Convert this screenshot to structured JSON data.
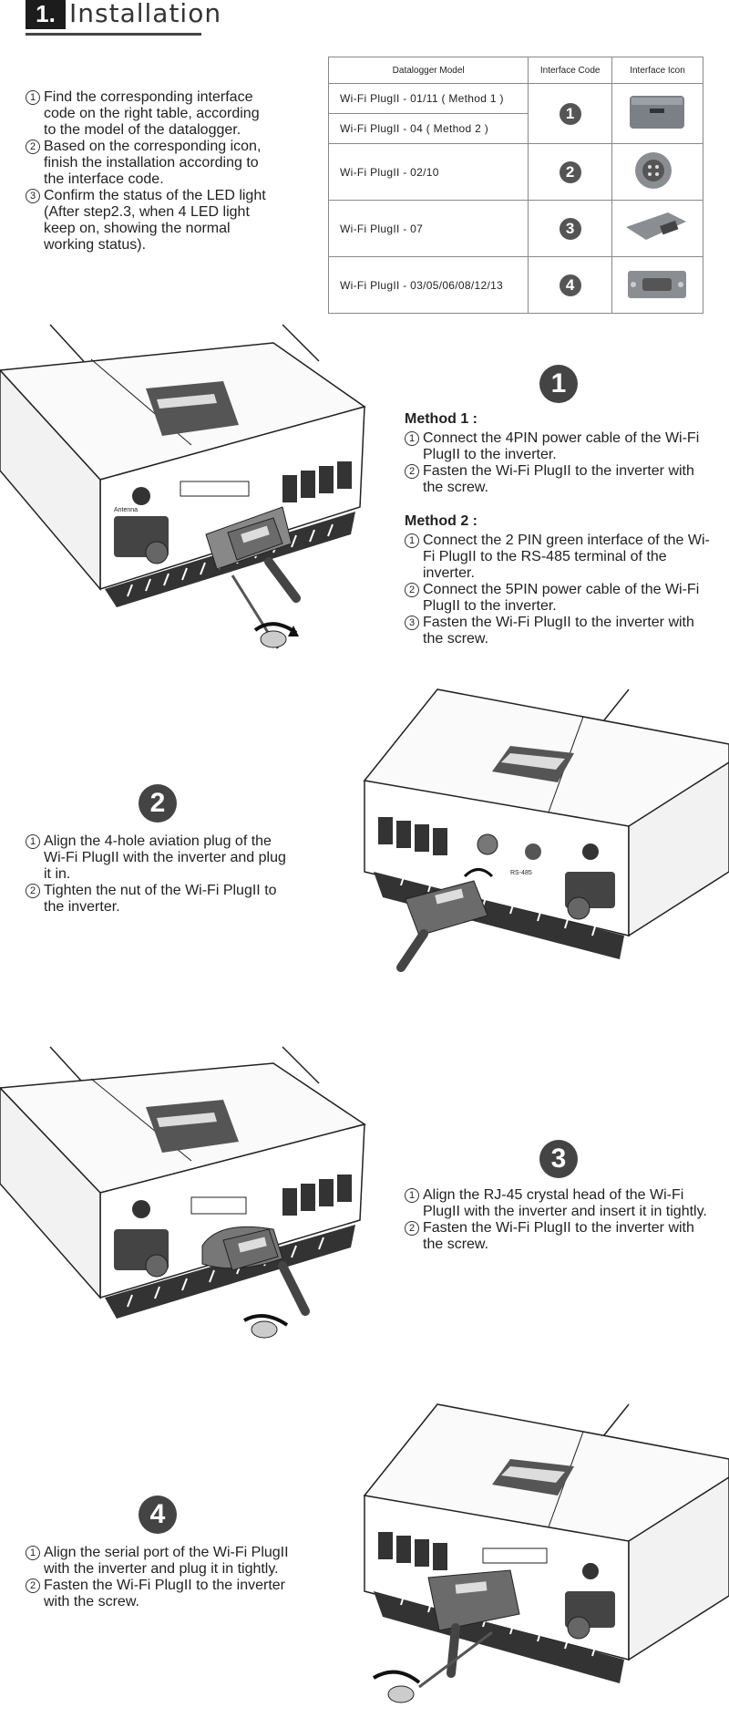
{
  "header": {
    "number": "1.",
    "title": "Installation"
  },
  "intro_steps": [
    {
      "n": "1",
      "text": "Find the corresponding interface code on the right table, according to the model of the datalogger."
    },
    {
      "n": "2",
      "text": "Based on the corresponding icon, finish the installation according to the interface code."
    },
    {
      "n": "3",
      "text": "Confirm the status of the LED light (After step2.3,  when 4 LED light keep on, showing the normal working status)."
    }
  ],
  "table": {
    "headers": [
      "Datalogger Model",
      "Interface Code",
      "Interface Icon"
    ],
    "rows": [
      {
        "models": [
          "Wi-Fi PlugII - 01/11 ( Method 1 )",
          "Wi-Fi PlugII - 04 ( Method 2 )"
        ],
        "code": "1",
        "icon": "wifi-plug-box-icon"
      },
      {
        "models": [
          "Wi-Fi PlugII - 02/10"
        ],
        "code": "2",
        "icon": "aviation-plug-icon"
      },
      {
        "models": [
          "Wi-Fi PlugII - 07"
        ],
        "code": "3",
        "icon": "rj45-plug-icon"
      },
      {
        "models": [
          "Wi-Fi PlugII - 03/05/06/08/12/13"
        ],
        "code": "4",
        "icon": "serial-port-plug-icon"
      }
    ]
  },
  "sec1": {
    "code": "1",
    "m1_title": "Method 1 :",
    "m1_steps": [
      {
        "n": "1",
        "text": "Connect the 4PIN power cable of the Wi-Fi PlugII to the inverter."
      },
      {
        "n": "2",
        "text": "Fasten the Wi-Fi PlugII to the inverter with the screw."
      }
    ],
    "m2_title": "Method 2 :",
    "m2_steps": [
      {
        "n": "1",
        "text": "Connect the 2 PIN green interface of the Wi-Fi PlugII to the RS-485 terminal of the inverter."
      },
      {
        "n": "2",
        "text": "Connect the 5PIN power cable of the Wi-Fi PlugII to the inverter."
      },
      {
        "n": "3",
        "text": "Fasten the Wi-Fi PlugII to the inverter with the screw."
      }
    ]
  },
  "sec2": {
    "code": "2",
    "steps": [
      {
        "n": "1",
        "text": "Align the 4-hole aviation plug of the Wi-Fi PlugII with the inverter and plug it in."
      },
      {
        "n": "2",
        "text": "Tighten the nut of the Wi-Fi PlugII to the inverter."
      }
    ]
  },
  "sec3": {
    "code": "3",
    "steps": [
      {
        "n": "1",
        "text": "Align the RJ-45 crystal head of the Wi-Fi PlugII with the inverter and insert it in tightly."
      },
      {
        "n": "2",
        "text": "Fasten the Wi-Fi PlugII to the inverter with the screw."
      }
    ]
  },
  "sec4": {
    "code": "4",
    "steps": [
      {
        "n": "1",
        "text": "Align the serial port of the Wi-Fi PlugII with the inverter and plug it in tightly."
      },
      {
        "n": "2",
        "text": "Fasten the Wi-Fi PlugII to the inverter with the screw."
      }
    ]
  },
  "labels": {
    "antenna": "Antenna",
    "rs485": "RS-485"
  }
}
